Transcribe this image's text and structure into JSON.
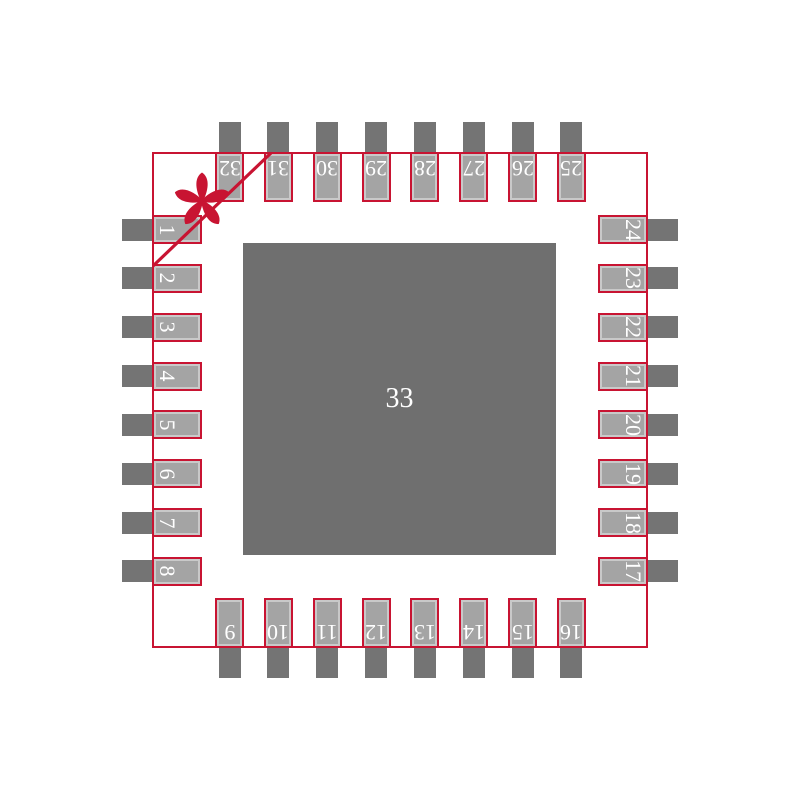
{
  "package": {
    "center_pad_label": "33"
  },
  "pins": {
    "left_top_to_bottom": [
      "1",
      "2",
      "3",
      "4",
      "5",
      "6",
      "7",
      "8"
    ],
    "bottom_left_to_right": [
      "9",
      "10",
      "11",
      "12",
      "13",
      "14",
      "15",
      "16"
    ],
    "right_top_to_bottom": [
      "24",
      "23",
      "22",
      "21",
      "20",
      "19",
      "18",
      "17"
    ],
    "top_left_to_right": [
      "32",
      "31",
      "30",
      "29",
      "28",
      "27",
      "26",
      "25"
    ]
  },
  "markers": {
    "pin1_marker": "asterisk-icon",
    "pin1_line": "diagonal-line"
  },
  "colors": {
    "outline_red": "#c81432",
    "pad_fill": "#a4a4a4",
    "pad_inner_edge": "#c9c9c9",
    "lead_fill": "#747474",
    "center_pad_fill": "#6f6f6f",
    "label_text": "#ffffff",
    "background": "#ffffff"
  }
}
